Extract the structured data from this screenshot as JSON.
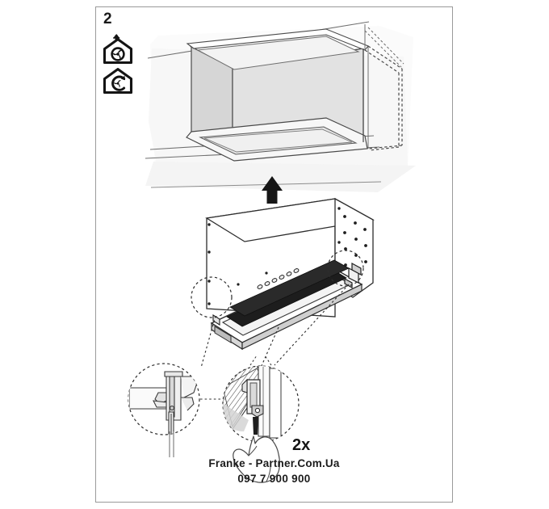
{
  "document": {
    "type": "appliance-installation-instruction",
    "step_number": "2",
    "sheet_border_color": "#9a9a9a",
    "background_color": "#ffffff",
    "line_color": "#3a3a3a",
    "shade_color": "#dcdcdc",
    "wall_color": "#f2f2f2"
  },
  "mode_icons": [
    {
      "name": "ducted-exhaust-mode-icon",
      "description": "house outline with fan and upward duct arrow",
      "symbol": "house-fan-up"
    },
    {
      "name": "recirculation-mode-icon",
      "description": "house outline with fan and circular recirculation arrow",
      "symbol": "house-fan-circulate"
    }
  ],
  "illustrations": {
    "cabinet": {
      "label": "kitchen-cabinet-recess",
      "has_hidden_dashed_edges": true
    },
    "hood": {
      "label": "built-in-extractor-hood",
      "control_button_count": 6,
      "side_panel_hole_count": 14,
      "insertion_arrow": "up"
    },
    "detail_left": {
      "label": "clip-cross-section-detail"
    },
    "detail_right": {
      "label": "clip-release-hand-detail"
    }
  },
  "annotations": {
    "quantity_label": "2x"
  },
  "watermark": {
    "site": "Franke - Partner.Com.Ua",
    "phone": "097 7 900 900"
  }
}
